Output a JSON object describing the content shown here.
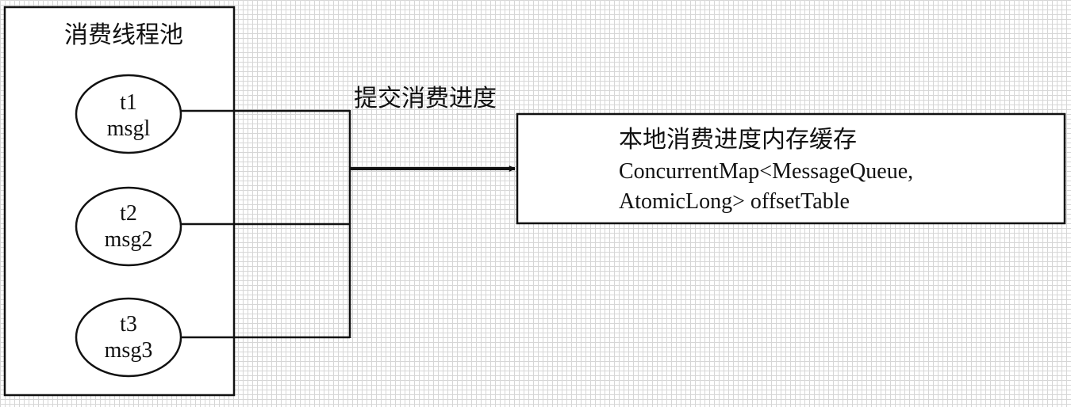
{
  "pool": {
    "title": "消费线程池",
    "threads": [
      {
        "name": "t1",
        "msg": "msgl"
      },
      {
        "name": "t2",
        "msg": "msg2"
      },
      {
        "name": "t3",
        "msg": "msg3"
      }
    ]
  },
  "edge_label": "提交消费进度",
  "cache": {
    "title": "本地消费进度内存缓存",
    "line1": "ConcurrentMap<MessageQueue,",
    "line2": "AtomicLong> offsetTable"
  },
  "colors": {
    "stroke": "#111111",
    "grid": "#d9d9d9"
  }
}
